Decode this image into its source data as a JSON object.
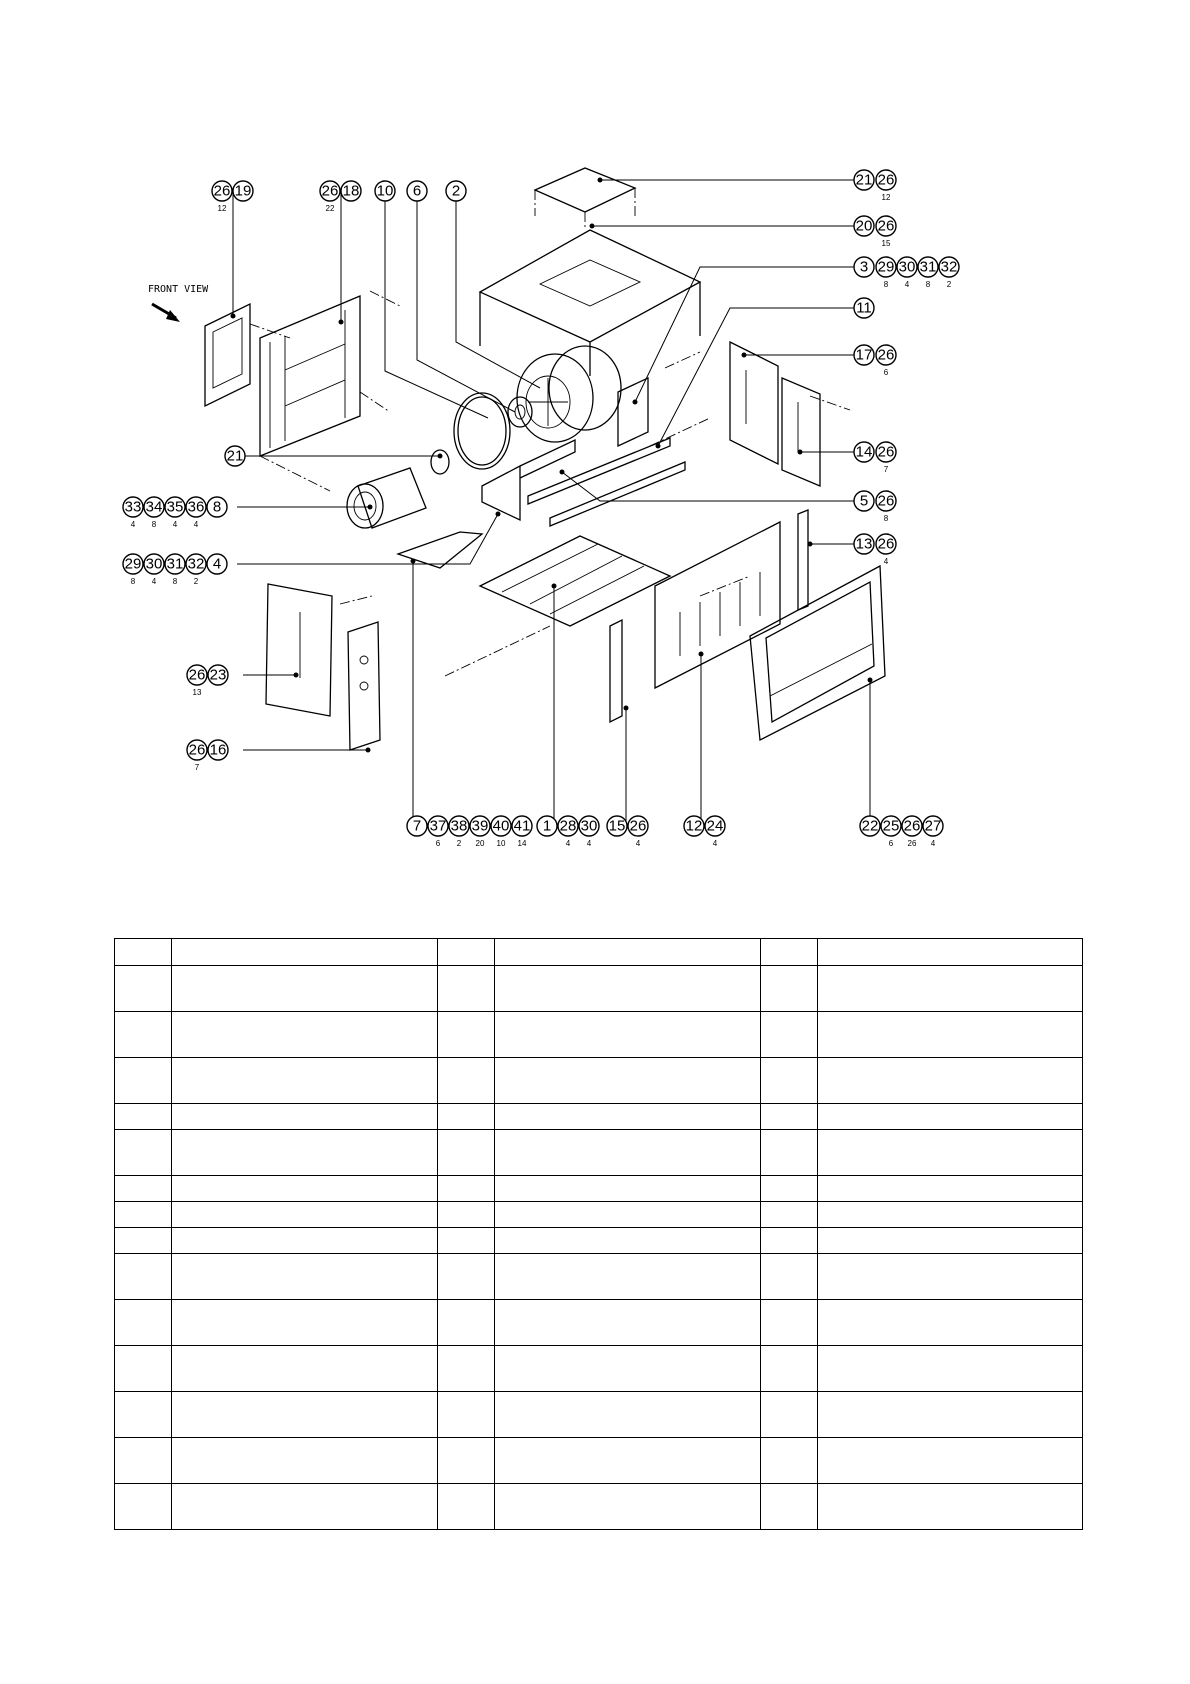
{
  "diagram": {
    "front_view_label": "FRONT VIEW",
    "callouts": [
      {
        "n": "26",
        "q": "12"
      },
      {
        "n": "19",
        "q": ""
      },
      {
        "n": "26",
        "q": "22"
      },
      {
        "n": "18",
        "q": ""
      },
      {
        "n": "10",
        "q": ""
      },
      {
        "n": "6",
        "q": ""
      },
      {
        "n": "2",
        "q": ""
      },
      {
        "n": "21",
        "q": ""
      },
      {
        "n": "26",
        "q": "12"
      },
      {
        "n": "20",
        "q": ""
      },
      {
        "n": "26",
        "q": "15"
      },
      {
        "n": "3",
        "q": ""
      },
      {
        "n": "29",
        "q": "8"
      },
      {
        "n": "30",
        "q": "4"
      },
      {
        "n": "31",
        "q": "8"
      },
      {
        "n": "32",
        "q": "2"
      },
      {
        "n": "11",
        "q": ""
      },
      {
        "n": "17",
        "q": ""
      },
      {
        "n": "26",
        "q": "6"
      },
      {
        "n": "14",
        "q": ""
      },
      {
        "n": "26",
        "q": "7"
      },
      {
        "n": "5",
        "q": ""
      },
      {
        "n": "26",
        "q": "8"
      },
      {
        "n": "13",
        "q": ""
      },
      {
        "n": "26",
        "q": "4"
      },
      {
        "n": "21",
        "q": ""
      },
      {
        "n": "33",
        "q": "4"
      },
      {
        "n": "34",
        "q": "8"
      },
      {
        "n": "35",
        "q": "4"
      },
      {
        "n": "36",
        "q": "4"
      },
      {
        "n": "8",
        "q": ""
      },
      {
        "n": "29",
        "q": "8"
      },
      {
        "n": "30",
        "q": "4"
      },
      {
        "n": "31",
        "q": "8"
      },
      {
        "n": "32",
        "q": "2"
      },
      {
        "n": "4",
        "q": ""
      },
      {
        "n": "26",
        "q": "13"
      },
      {
        "n": "23",
        "q": ""
      },
      {
        "n": "26",
        "q": "7"
      },
      {
        "n": "16",
        "q": ""
      },
      {
        "n": "7",
        "q": ""
      },
      {
        "n": "37",
        "q": "6"
      },
      {
        "n": "38",
        "q": "2"
      },
      {
        "n": "39",
        "q": "20"
      },
      {
        "n": "40",
        "q": "10"
      },
      {
        "n": "41",
        "q": "14"
      },
      {
        "n": "1",
        "q": ""
      },
      {
        "n": "28",
        "q": "4"
      },
      {
        "n": "30",
        "q": "4"
      },
      {
        "n": "15",
        "q": ""
      },
      {
        "n": "26",
        "q": "4"
      },
      {
        "n": "12",
        "q": ""
      },
      {
        "n": "24",
        "q": "4"
      },
      {
        "n": "22",
        "q": ""
      },
      {
        "n": "25",
        "q": "6"
      },
      {
        "n": "26",
        "q": "26"
      },
      {
        "n": "27",
        "q": "4"
      }
    ]
  },
  "parts_table": {
    "rows": [
      [
        "",
        "",
        "",
        "",
        "",
        ""
      ],
      [
        "",
        "",
        "",
        "",
        "",
        ""
      ],
      [
        "",
        "",
        "",
        "",
        "",
        ""
      ],
      [
        "",
        "",
        "",
        "",
        "",
        ""
      ],
      [
        "",
        "",
        "",
        "",
        "",
        ""
      ],
      [
        "",
        "",
        "",
        "",
        "",
        ""
      ],
      [
        "",
        "",
        "",
        "",
        "",
        ""
      ],
      [
        "",
        "",
        "",
        "",
        "",
        ""
      ],
      [
        "",
        "",
        "",
        "",
        "",
        ""
      ],
      [
        "",
        "",
        "",
        "",
        "",
        ""
      ],
      [
        "",
        "",
        "",
        "",
        "",
        ""
      ],
      [
        "",
        "",
        "",
        "",
        "",
        ""
      ],
      [
        "",
        "",
        "",
        "",
        "",
        ""
      ],
      [
        "",
        "",
        "",
        "",
        "",
        ""
      ],
      [
        "",
        "",
        "",
        "",
        "",
        ""
      ]
    ]
  }
}
